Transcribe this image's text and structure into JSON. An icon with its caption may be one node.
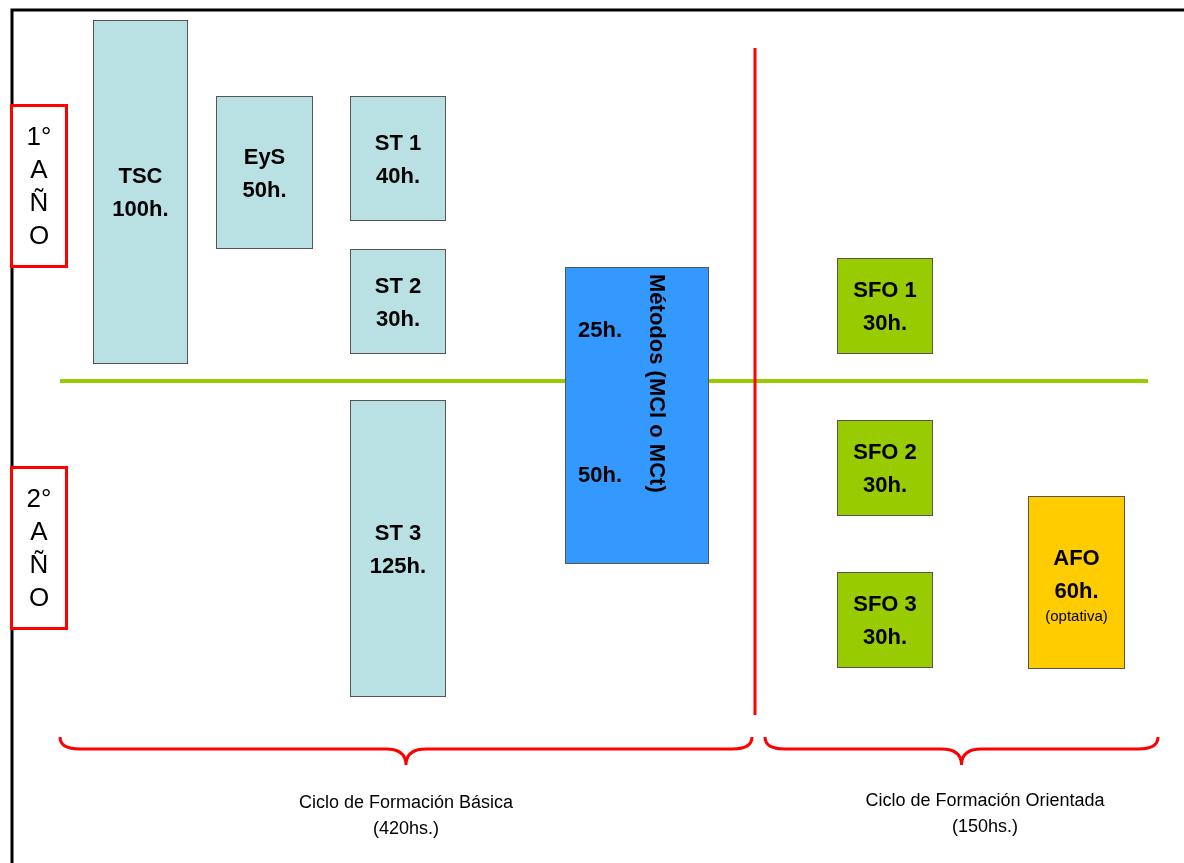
{
  "diagram": {
    "nodes": [
      {
        "text": [
          "1° A Ñ O"
        ]
      },
      {
        "text": [
          "2° A Ñ O"
        ]
      },
      {
        "text": [
          "TSC 100h."
        ]
      },
      {
        "text": [
          "EyS 50h."
        ]
      },
      {
        "text": [
          "ST 1 40h."
        ]
      },
      {
        "text": [
          "ST 2 30h."
        ]
      },
      {
        "text": [
          "ST 3 125h."
        ]
      },
      {
        "text": [
          "Métodos (MCl o MCt)",
          "25h.",
          "50h."
        ]
      },
      {
        "text": [
          "SFO 1 30h."
        ]
      },
      {
        "text": [
          "SFO 2 30h."
        ]
      },
      {
        "text": [
          "SFO 3 30h."
        ]
      },
      {
        "text": [
          "AFO 60h.",
          "(optativa)"
        ]
      }
    ],
    "edges": [],
    "labels": [
      "Ciclo de Formación Básica",
      "(420hs.)",
      "Ciclo de Formación Orientada",
      "(150hs.)"
    ]
  }
}
